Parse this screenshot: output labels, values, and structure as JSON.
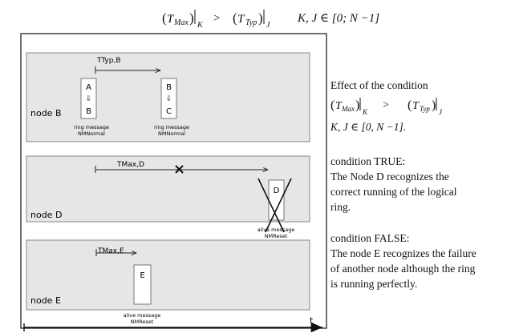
{
  "formula": {
    "t_max_sub": "Max",
    "t_typ_sub": "Typ",
    "idx_k": "K",
    "idx_j": "J",
    "gt": ">",
    "range": "K, J ∈ [0; N −1]",
    "range_alt": "K, J ∈ [0, N −1]."
  },
  "diagram": {
    "time_label": "t",
    "panels": [
      {
        "node_label": "node B",
        "timer_label": "TTyp,B",
        "boxes": [
          {
            "lines": [
              "A",
              "⇓",
              "B"
            ],
            "caption": [
              "ring message",
              "NMNormal"
            ]
          },
          {
            "lines": [
              "B",
              "⇓",
              "C"
            ],
            "caption": [
              "ring message",
              "NMNormal"
            ]
          }
        ]
      },
      {
        "node_label": "node D",
        "timer_label": "TMax,D",
        "boxes": [
          {
            "lines": [
              "D"
            ],
            "caption": [
              "alive message",
              "NMReset"
            ],
            "crossed": true
          }
        ]
      },
      {
        "node_label": "node E",
        "timer_label": "TMax,E",
        "boxes": [
          {
            "lines": [
              "E"
            ],
            "caption": [
              "alive message",
              "NMReset"
            ]
          }
        ]
      }
    ]
  },
  "side": {
    "effect_heading": "Effect of the condition",
    "true_heading": "condition TRUE:",
    "true_lines": [
      "The Node D recognizes the",
      "correct running of the logical",
      "ring."
    ],
    "false_heading": "condition FALSE:",
    "false_lines": [
      "The node E recognizes the failure",
      "of another node although the ring",
      "is running perfectly."
    ]
  }
}
